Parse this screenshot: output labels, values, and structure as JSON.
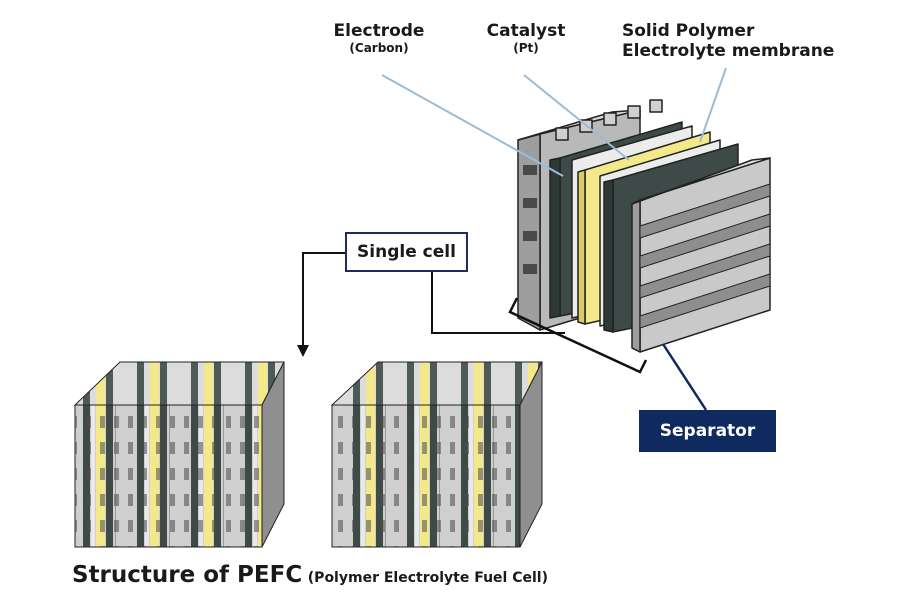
{
  "labels": {
    "electrode": "Electrode",
    "electrode_sub": "(Carbon)",
    "catalyst": "Catalyst",
    "catalyst_sub": "(Pt)",
    "membrane_line1": "Solid Polymer",
    "membrane_line2": "Electrolyte membrane",
    "single_cell": "Single cell",
    "separator": "Separator"
  },
  "caption": {
    "title": "Structure of PEFC",
    "subtitle": "(Polymer Electrolyte Fuel Cell)"
  },
  "colors": {
    "separator_gray": "#c9c9c9",
    "electrode_dark": "#3e4a47",
    "membrane_yellow": "#f4e98a",
    "leader_blue": "#9bbcd6",
    "label_navy": "#0e2a5f"
  }
}
